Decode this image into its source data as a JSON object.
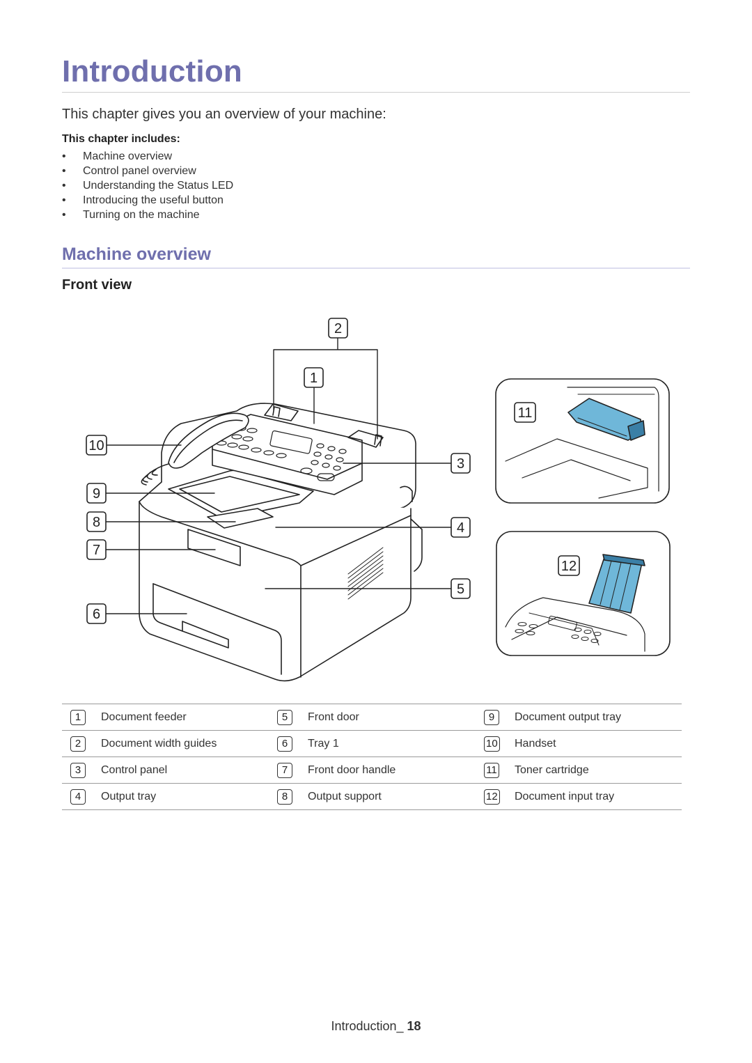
{
  "page": {
    "title": "Introduction",
    "intro": "This chapter gives you an overview of your machine:",
    "includes_heading": "This chapter includes:",
    "toc": [
      "Machine overview",
      "Control panel overview",
      "Understanding the Status LED",
      "Introducing the useful button",
      "Turning on the machine"
    ],
    "bullet": "•"
  },
  "section": {
    "heading": "Machine overview",
    "subheading": "Front view"
  },
  "figure": {
    "callouts": [
      "1",
      "2",
      "3",
      "4",
      "5",
      "6",
      "7",
      "8",
      "9",
      "10",
      "11",
      "12"
    ]
  },
  "legend": {
    "rows": [
      [
        {
          "num": "1",
          "label": "Document feeder"
        },
        {
          "num": "5",
          "label": "Front door"
        },
        {
          "num": "9",
          "label": "Document output tray"
        }
      ],
      [
        {
          "num": "2",
          "label": "Document width guides"
        },
        {
          "num": "6",
          "label": "Tray 1"
        },
        {
          "num": "10",
          "label": "Handset"
        }
      ],
      [
        {
          "num": "3",
          "label": "Control panel"
        },
        {
          "num": "7",
          "label": "Front door handle"
        },
        {
          "num": "11",
          "label": "Toner cartridge"
        }
      ],
      [
        {
          "num": "4",
          "label": "Output tray"
        },
        {
          "num": "8",
          "label": "Output support"
        },
        {
          "num": "12",
          "label": "Document input tray"
        }
      ]
    ]
  },
  "footer": {
    "text": "Introduction_",
    "page_number": "18"
  }
}
